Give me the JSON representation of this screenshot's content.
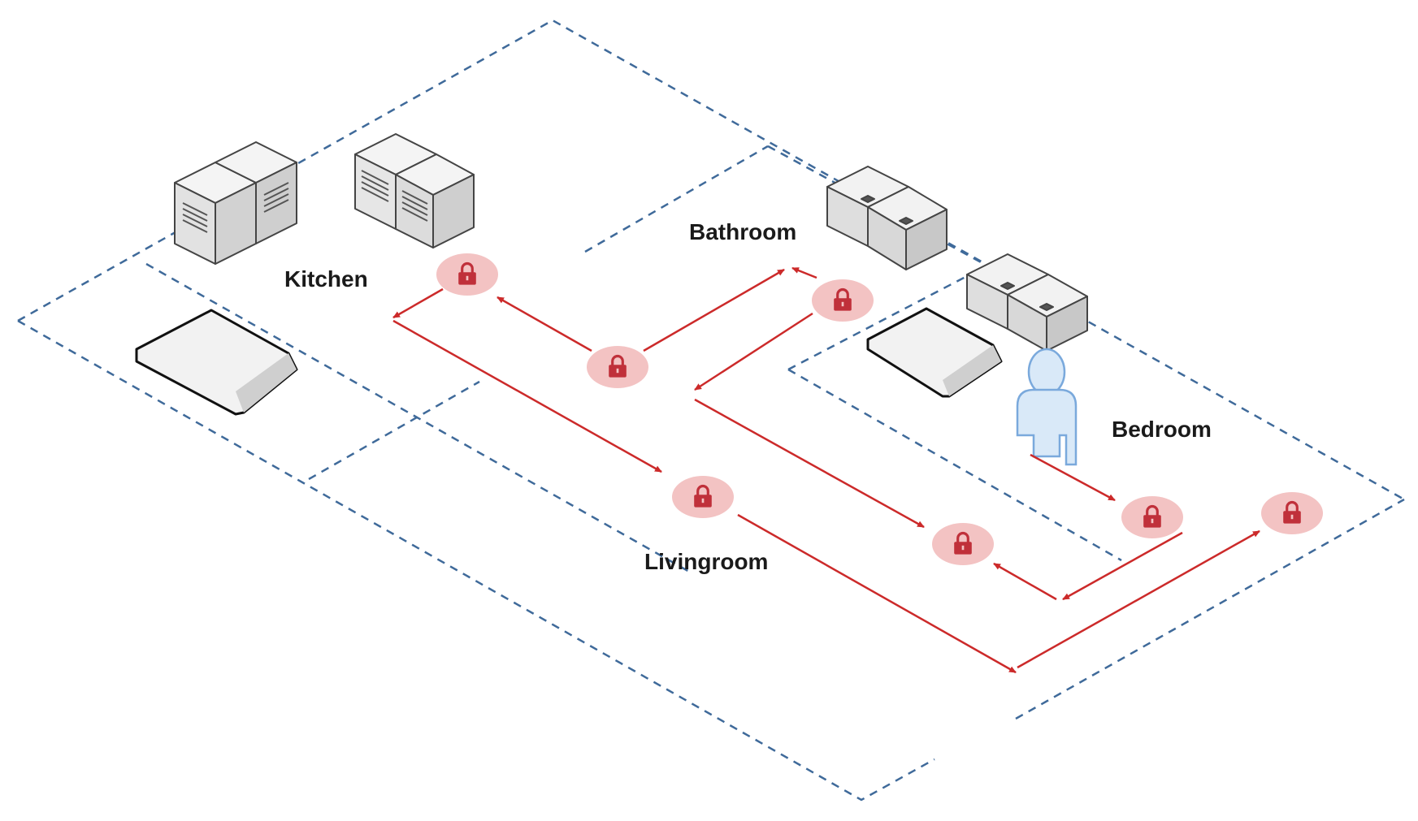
{
  "rooms": {
    "kitchen": "Kitchen",
    "bathroom": "Bathroom",
    "bedroom": "Bedroom",
    "livingroom": "Livingroom"
  },
  "colors": {
    "boundary": "#3f6a9a",
    "path": "#cc2a2a",
    "node_fill": "#f3c3c3",
    "lock": "#c0303a",
    "person": "#9cc3ea"
  },
  "icons": {
    "node": "lock-icon",
    "person": "person-icon"
  }
}
